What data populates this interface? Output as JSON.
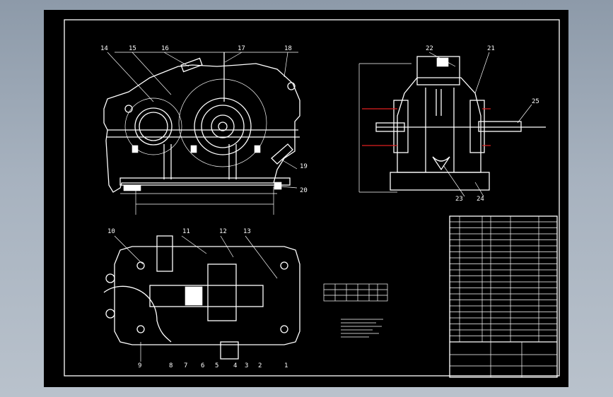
{
  "drawing": {
    "background": "#000000",
    "line_color": "#ffffff",
    "accent_color": "#e02020",
    "front_view_labels": [
      "14",
      "15",
      "16",
      "17",
      "18",
      "19",
      "20"
    ],
    "side_view_labels": [
      "22",
      "21",
      "25",
      "23",
      "24"
    ],
    "plan_view_top_labels": [
      "10",
      "11",
      "12",
      "13"
    ],
    "plan_view_bottom_labels": [
      "9",
      "8",
      "7",
      "6",
      "5",
      "4",
      "3",
      "2",
      "1"
    ]
  }
}
